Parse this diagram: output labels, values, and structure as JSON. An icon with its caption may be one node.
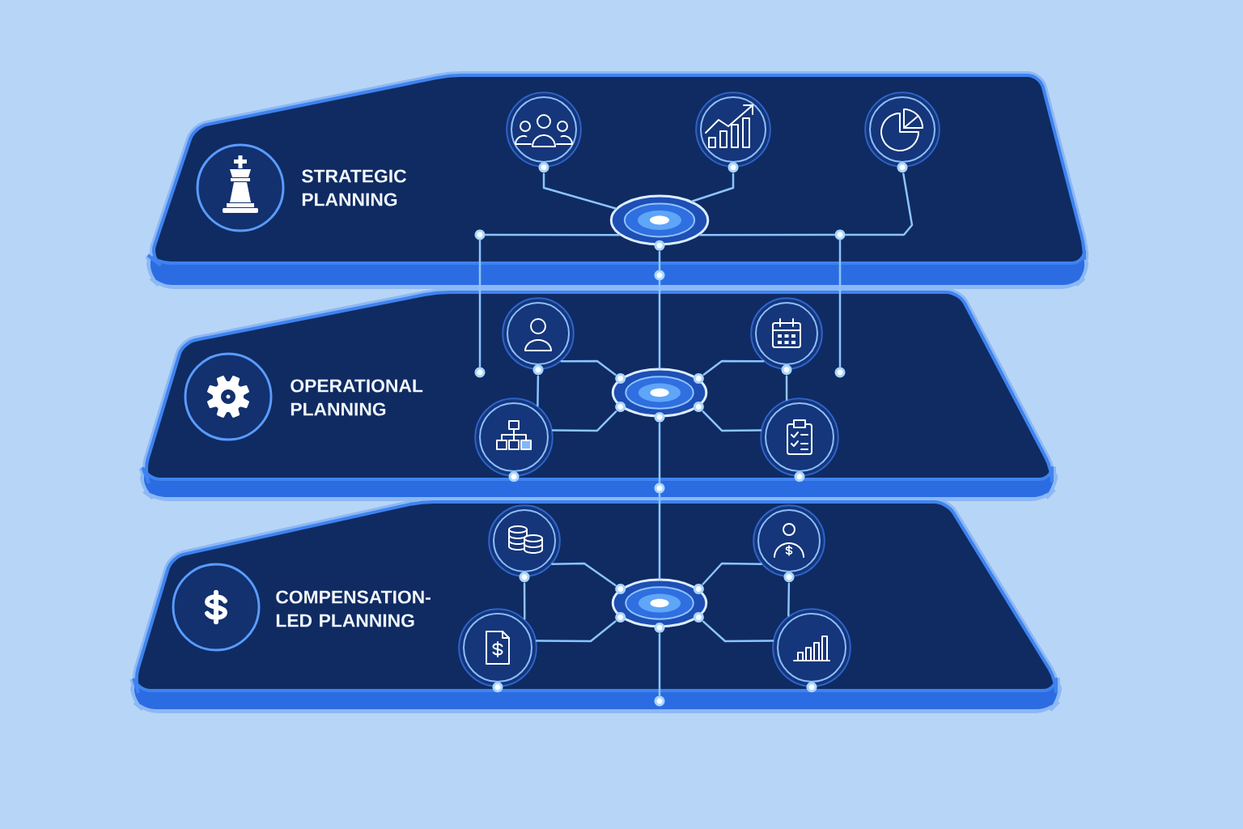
{
  "diagram": {
    "nodes": [
      {
        "text": [
          "STRATEGIC PLANNING"
        ]
      },
      {
        "text": [],
        "shape": "circle",
        "in": 0
      },
      {
        "text": [],
        "shape": "circle",
        "in": 0
      },
      {
        "text": [],
        "shape": "circle",
        "in": 0
      },
      {
        "text": [],
        "shape": "circle",
        "in": 0
      },
      {
        "text": [],
        "shape": "circle",
        "in": 0
      },
      {
        "text": [],
        "shape": "circle",
        "in": 0
      },
      {
        "text": [],
        "shape": "circle"
      },
      {
        "text": [
          "OPERATIONAL PLANNING"
        ]
      },
      {
        "text": [],
        "shape": "circle",
        "in": 8
      },
      {
        "text": [],
        "shape": "circle",
        "in": 8
      },
      {
        "text": [],
        "shape": "circle",
        "in": 8
      },
      {
        "text": [],
        "shape": "circle",
        "in": 8
      },
      {
        "text": [],
        "shape": "circle",
        "in": 8
      },
      {
        "text": [],
        "shape": "circle",
        "in": 8
      },
      {
        "text": [],
        "shape": "circle",
        "in": 8
      },
      {
        "text": [],
        "shape": "circle"
      },
      {
        "text": [
          "COMPENSATION-LED PLANNING"
        ]
      },
      {
        "text": [],
        "shape": "circle",
        "in": 17
      },
      {
        "text": [],
        "shape": "circle",
        "in": 17
      },
      {
        "text": [],
        "shape": "circle",
        "in": 17
      },
      {
        "text": [],
        "shape": "circle",
        "in": 17
      },
      {
        "text": [],
        "shape": "circle",
        "in": 17
      },
      {
        "text": [],
        "shape": "circle"
      }
    ],
    "edges": [
      {
        "from": 1,
        "to": 4,
        "arrow": "none"
      },
      {
        "from": 2,
        "to": 4,
        "arrow": "none"
      },
      {
        "from": 3,
        "to": 6,
        "arrow": "none"
      },
      {
        "from": 4,
        "to": 5,
        "arrow": "none"
      },
      {
        "from": 4,
        "to": 6,
        "arrow": "none"
      },
      {
        "from": 5,
        "to": 11,
        "arrow": "none"
      },
      {
        "from": 6,
        "to": 12,
        "arrow": "none"
      },
      {
        "from": 4,
        "to": 7,
        "arrow": "none"
      },
      {
        "from": 7,
        "to": 13,
        "arrow": "none"
      },
      {
        "from": 9,
        "to": 13,
        "arrow": "none"
      },
      {
        "from": 10,
        "to": 13,
        "arrow": "none"
      },
      {
        "from": 14,
        "to": 13,
        "arrow": "none"
      },
      {
        "from": 15,
        "to": 13,
        "arrow": "none"
      },
      {
        "from": 9,
        "to": 14,
        "arrow": "none"
      },
      {
        "from": 10,
        "to": 15,
        "arrow": "none"
      },
      {
        "from": 13,
        "to": 16,
        "arrow": "none"
      },
      {
        "from": 16,
        "to": 20,
        "arrow": "none"
      },
      {
        "from": 18,
        "to": 20,
        "arrow": "none"
      },
      {
        "from": 19,
        "to": 20,
        "arrow": "none"
      },
      {
        "from": 21,
        "to": 20,
        "arrow": "none"
      },
      {
        "from": 22,
        "to": 20,
        "arrow": "none"
      },
      {
        "from": 18,
        "to": 21,
        "arrow": "none"
      },
      {
        "from": 19,
        "to": 22,
        "arrow": "none"
      },
      {
        "from": 20,
        "to": 23,
        "arrow": "none"
      }
    ]
  }
}
